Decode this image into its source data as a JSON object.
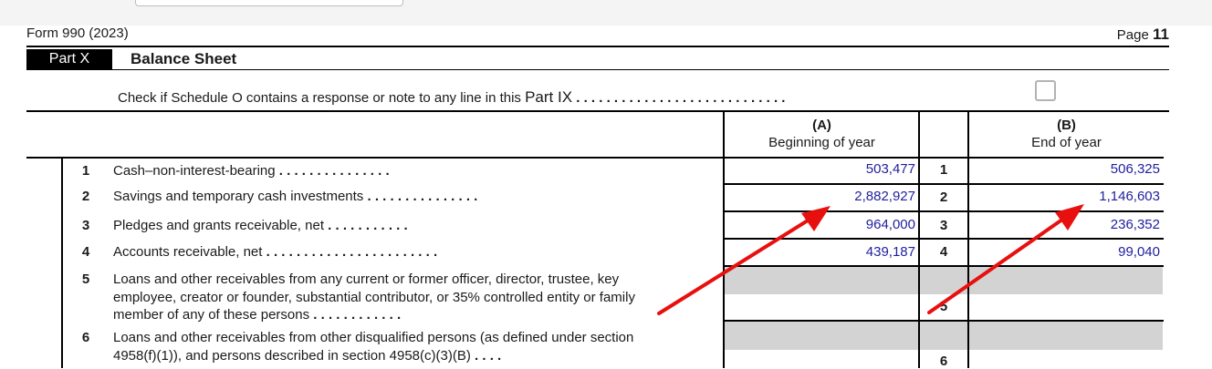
{
  "header": {
    "form_label": "Form 990 (2023)",
    "page_label": "Page",
    "page_number": "11"
  },
  "part": {
    "badge": "Part X",
    "title": "Balance Sheet"
  },
  "check_line": {
    "text": "Check if Schedule O contains a response or note to any line in this",
    "part_ref": "Part IX",
    "dots": ".   .   .   .   .   .   .   .   .   .   .   .   .   .   .   .   .   .   .   .   .   .   .   .   .   .   .   ."
  },
  "columns": {
    "a_letter": "(A)",
    "a_label": "Beginning of year",
    "b_letter": "(B)",
    "b_label": "End of year"
  },
  "lines": [
    {
      "num": "1",
      "label": "Cash–non-interest-bearing",
      "dots": ".   .   .   .   .   .   .   .   .   .   .   .   .   .   .",
      "a": "503,477",
      "box": "1",
      "b": "506,325"
    },
    {
      "num": "2",
      "label": "Savings and temporary cash investments",
      "dots": ".   .   .   .   .   .   .   .   .   .   .   .   .   .   .",
      "a": "2,882,927",
      "box": "2",
      "b": "1,146,603"
    },
    {
      "num": "3",
      "label": "Pledges and grants receivable, net",
      "dots": ".   .   .   .   .   .   .   .   .   .   .",
      "a": "964,000",
      "box": "3",
      "b": "236,352"
    },
    {
      "num": "4",
      "label": "Accounts receivable, net",
      "dots": ".   .   .   .   .   .   .   .   .   .   .   .   .   .   .   .   .   .   .   .   .   .   .",
      "a": "439,187",
      "box": "4",
      "b": "99,040"
    },
    {
      "num": "5",
      "label_l1": "Loans and other receivables from any current or former officer, director, trustee, key",
      "label_l2": "employee, creator or founder, substantial contributor, or 35% controlled entity or family",
      "label_l3": "member of any of these persons",
      "dots": ".   .   .   .   .   .   .   .   .   .   .   .",
      "box": "5"
    },
    {
      "num": "6",
      "label_l1": "Loans and other receivables from other disqualified persons (as defined under section",
      "label_l2": "4958(f)(1)), and persons described in section 4958(c)(3)(B)",
      "dots": ".   .   .   .",
      "box": "6"
    }
  ],
  "annotation_color": "#e8100f"
}
